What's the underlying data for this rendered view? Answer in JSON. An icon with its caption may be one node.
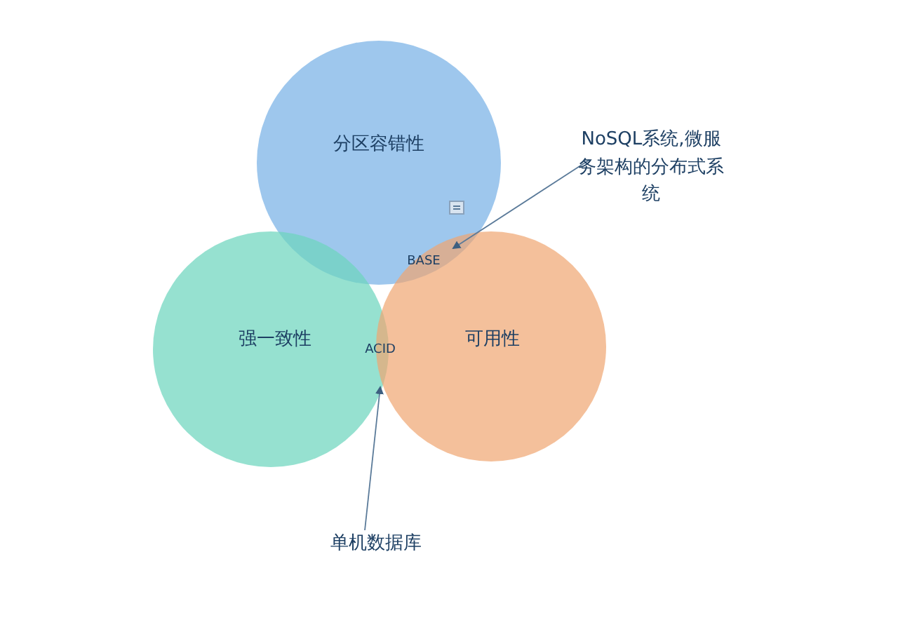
{
  "diagram": {
    "nodes": [
      {
        "text": [
          "分区容错性"
        ]
      },
      {
        "text": [
          "强一致性"
        ]
      },
      {
        "text": [
          "可用性"
        ]
      },
      {
        "text": [
          "BASE"
        ]
      },
      {
        "text": [
          "ACID"
        ]
      },
      {
        "text": [
          "NoSQL系统,微服务架构的分布式系统"
        ]
      },
      {
        "text": [
          "单机数据库"
        ]
      }
    ],
    "edges": [
      {
        "from": 5,
        "to": 3,
        "arrow": "to"
      },
      {
        "from": 6,
        "to": 4,
        "arrow": "to"
      }
    ]
  }
}
